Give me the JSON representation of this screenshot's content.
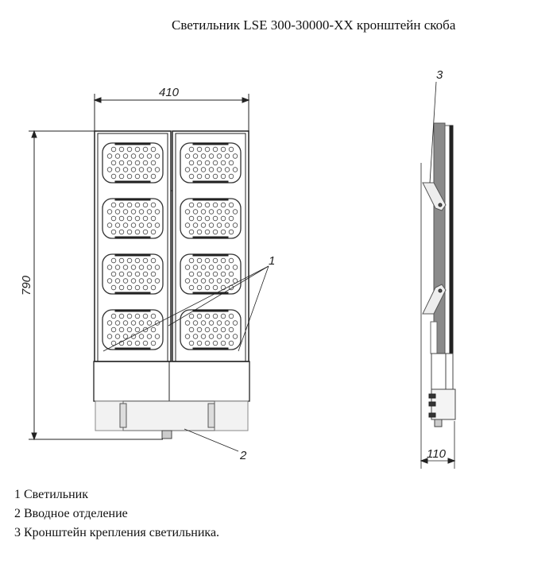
{
  "title": "Светильник LSE 300-30000-XX кронштейн скоба",
  "dimensions": {
    "width": "410",
    "height": "790",
    "depth": "110"
  },
  "callouts": {
    "c1": "1",
    "c2": "2",
    "c3": "3"
  },
  "legend": [
    "1 Светильник",
    "2 Вводное отделение",
    "3 Кронштейн крепления светильника."
  ],
  "colors": {
    "line": "#222222",
    "side_fill": "#8a8a8a",
    "box_fill": "#f2f2f2"
  }
}
